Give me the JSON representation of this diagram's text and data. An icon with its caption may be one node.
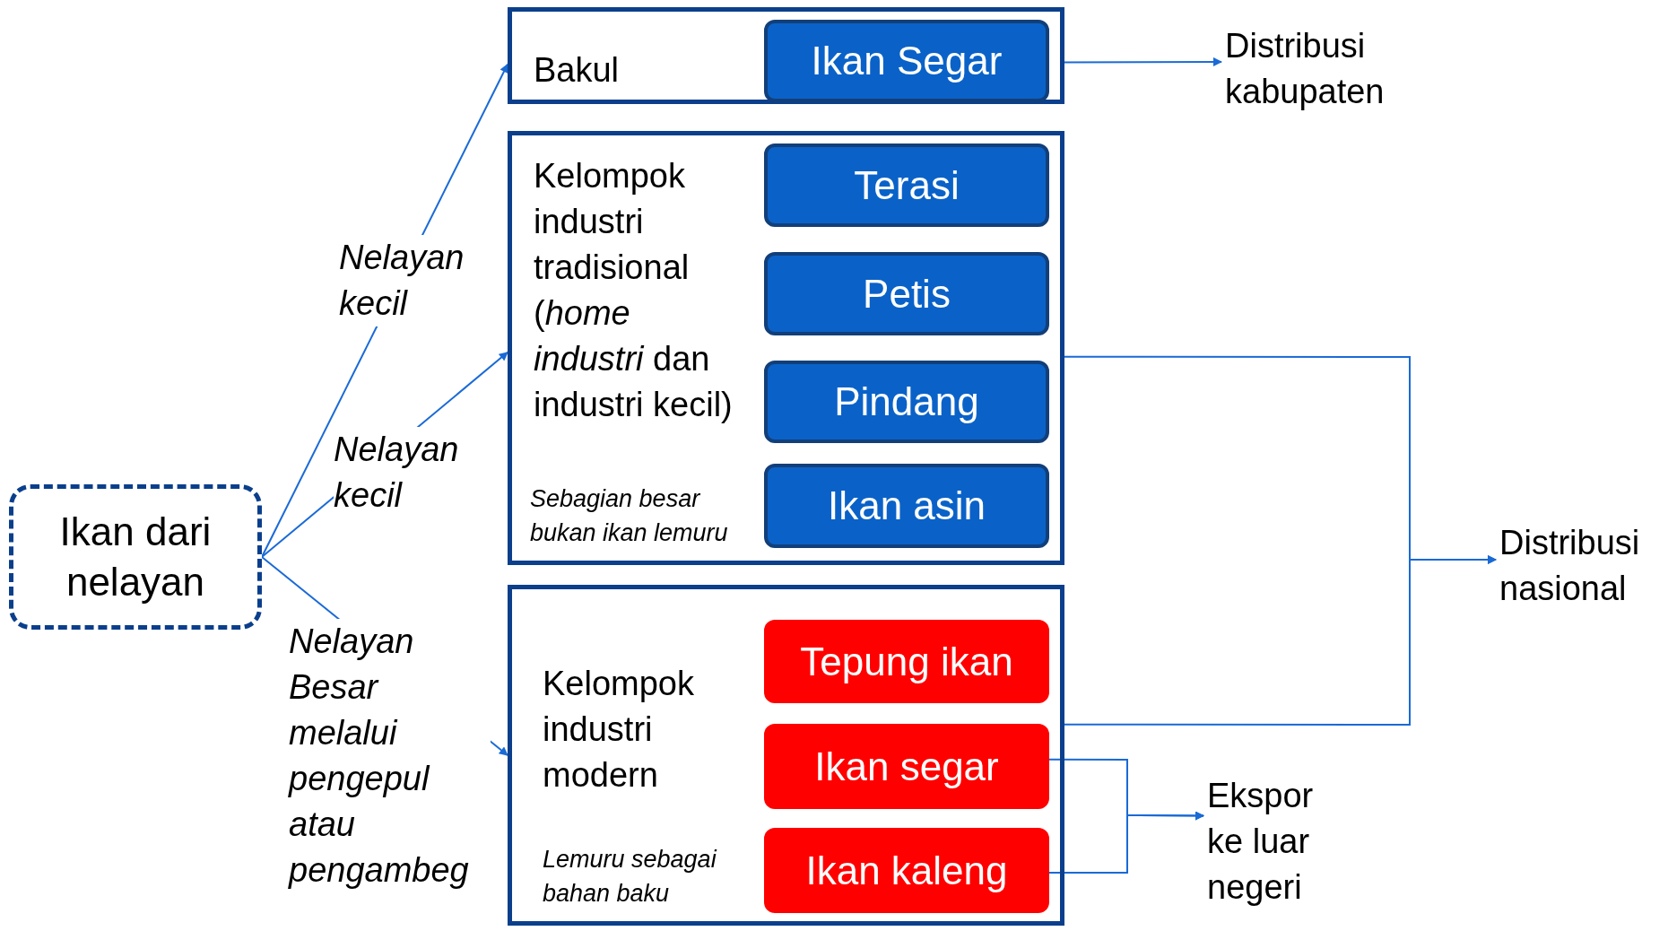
{
  "diagram": {
    "nodes": [
      {
        "text": [
          "Ikan dari nelayan"
        ]
      },
      {
        "text": [
          "Bakul"
        ]
      },
      {
        "text": [
          "Ikan Segar"
        ],
        "in": 1
      },
      {
        "text": [
          "Kelompok industri tradisional (*home industri* dan industri kecil)",
          "Sebagian besar bukan ikan lemuru"
        ]
      },
      {
        "text": [
          "Terasi"
        ],
        "in": 3
      },
      {
        "text": [
          "Petis"
        ],
        "in": 3
      },
      {
        "text": [
          "Pindang"
        ],
        "in": 3
      },
      {
        "text": [
          "Ikan asin"
        ],
        "in": 3
      },
      {
        "text": [
          "Kelompok industri modern",
          "Lemuru sebagai bahan baku"
        ]
      },
      {
        "text": [
          "Tepung ikan"
        ],
        "in": 8
      },
      {
        "text": [
          "Ikan segar"
        ],
        "in": 8
      },
      {
        "text": [
          "Ikan kaleng"
        ],
        "in": 8
      },
      {
        "text": [
          "Distribusi kabupaten"
        ]
      },
      {
        "text": [
          "Distribusi nasional"
        ]
      },
      {
        "text": [
          "Ekspor ke luar negeri"
        ]
      }
    ],
    "edges": [
      {
        "from": 0,
        "to": 1,
        "arrow": "to",
        "label": "Nelayan kecil"
      },
      {
        "from": 0,
        "to": 3,
        "arrow": "to",
        "label": "Nelayan kecil"
      },
      {
        "from": 0,
        "to": 8,
        "arrow": "to",
        "label": "Nelayan Besar melalui pengepul atau pengambeg"
      },
      {
        "from": 1,
        "to": 12,
        "arrow": "to"
      },
      {
        "from": 3,
        "to": 13,
        "arrow": "to"
      },
      {
        "from": 8,
        "to": 13,
        "arrow": "to"
      },
      {
        "from": 10,
        "to": 14,
        "arrow": "to"
      },
      {
        "from": 11,
        "to": 14,
        "arrow": "to"
      }
    ]
  }
}
